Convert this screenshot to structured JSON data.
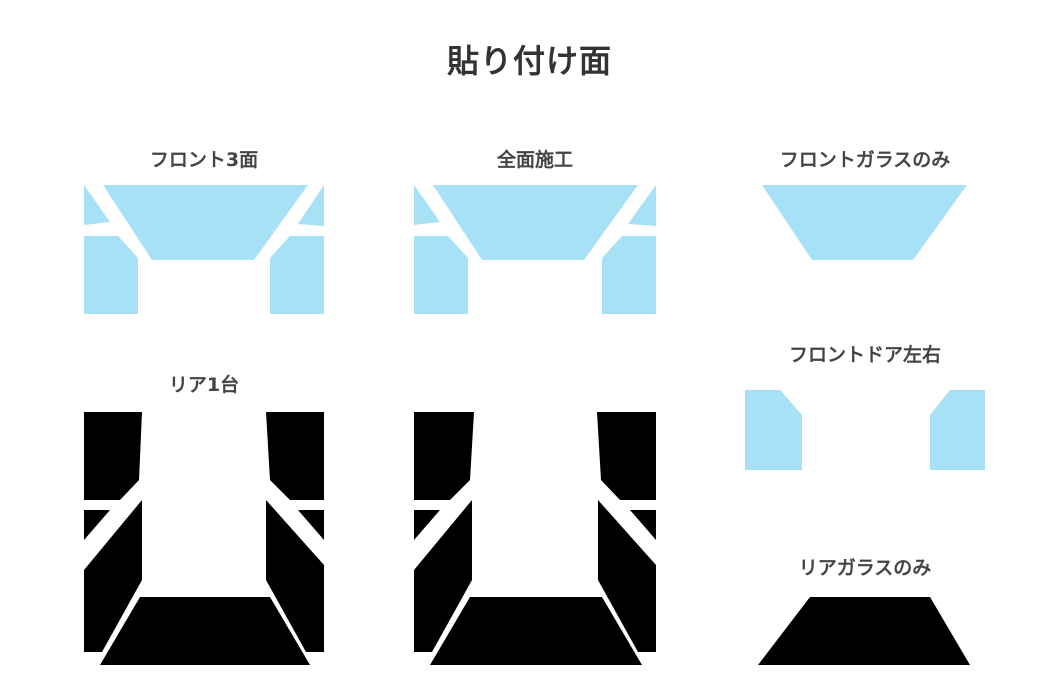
{
  "title": "貼り付け面",
  "colors": {
    "film_light": "#a6e1f6",
    "film_dark": "#000000",
    "text": "#333333"
  },
  "options": [
    {
      "label": "フロント3面"
    },
    {
      "label": "全面施工"
    },
    {
      "label": "フロントガラスのみ"
    },
    {
      "label": "リア1台"
    },
    {
      "label": "フロントドア左右"
    },
    {
      "label": "リアガラスのみ"
    }
  ]
}
